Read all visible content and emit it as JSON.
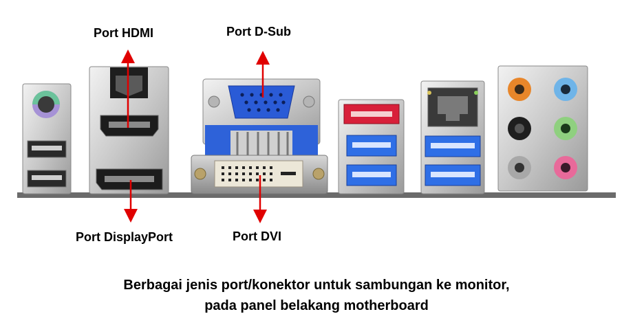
{
  "labels": {
    "hdmi": "Port HDMI",
    "dsub": "Port D-Sub",
    "displayport": "Port DisplayPort",
    "dvi": "Port DVI"
  },
  "caption": {
    "line1": "Berbagai jenis port/konektor untuk sambungan ke monitor,",
    "line2": "pada panel belakang motherboard"
  },
  "colors": {
    "arrow": "#e00000",
    "vga_blue": "#2a5bd6",
    "usb3_blue": "#2f6fe6",
    "esata_red": "#d8203a",
    "ps2_purple": "#8a6fc0",
    "ps2_green": "#5fb88a",
    "audio_orange": "#e8862a",
    "audio_blue": "#6fb4e8",
    "audio_green": "#8fd07f",
    "audio_pink": "#e86a9a"
  }
}
